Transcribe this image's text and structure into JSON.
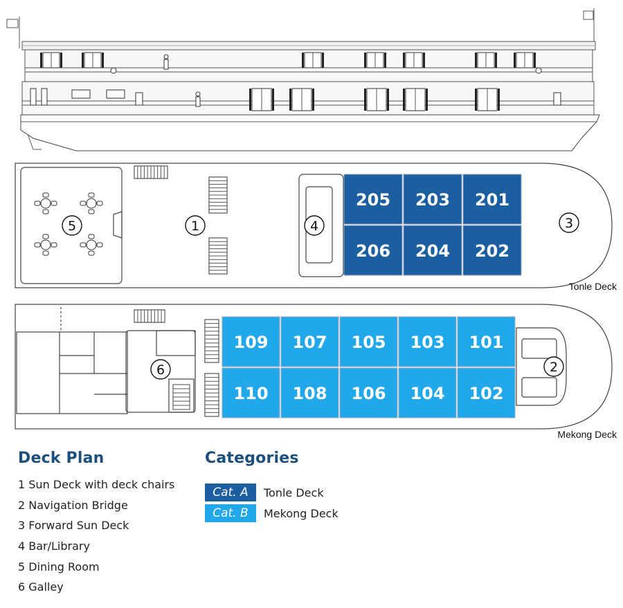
{
  "decks": {
    "upper_label": "Tonle Deck",
    "lower_label": "Mekong Deck"
  },
  "markers": [
    "1",
    "2",
    "3",
    "4",
    "5",
    "6"
  ],
  "cabins": {
    "tonle": [
      "205",
      "203",
      "201",
      "206",
      "204",
      "202"
    ],
    "mekong": [
      "109",
      "107",
      "105",
      "103",
      "101",
      "110",
      "108",
      "106",
      "104",
      "102"
    ]
  },
  "deck_plan": {
    "title": "Deck Plan",
    "items": [
      "1 Sun Deck with deck chairs",
      "2 Navigation Bridge",
      "3 Forward Sun Deck",
      "4 Bar/Library",
      "5 Dining Room",
      "6 Galley"
    ]
  },
  "categories": {
    "title": "Categories",
    "items": [
      {
        "code": "Cat. A",
        "deck": "Tonle Deck",
        "color": "#1c5fa1"
      },
      {
        "code": "Cat. B",
        "deck": "Mekong Deck",
        "color": "#20a8ea"
      }
    ]
  },
  "colors": {
    "cat_a": "#1c5fa1",
    "cat_b": "#20a8ea",
    "heading": "#1c4f7c"
  }
}
